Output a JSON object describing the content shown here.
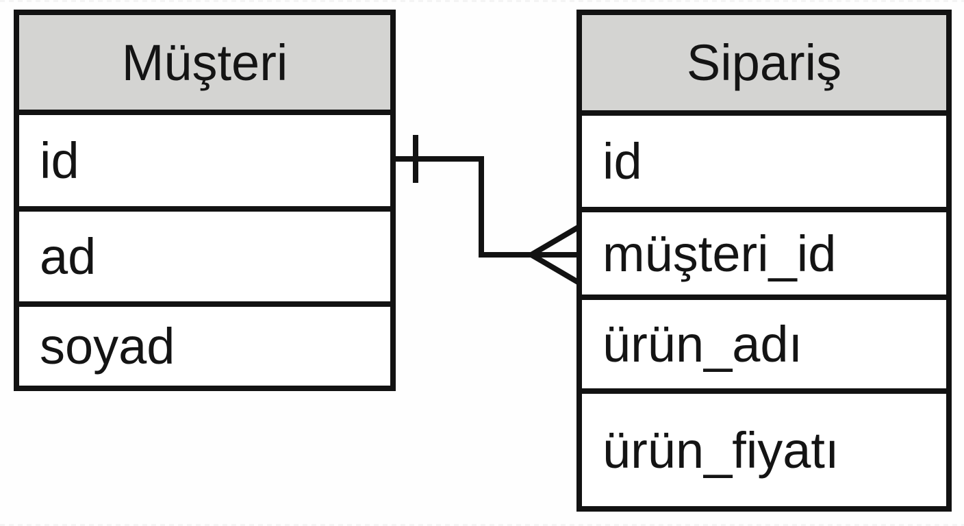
{
  "diagram": {
    "type": "entity-relationship-diagram",
    "colors": {
      "background": "#fefefe",
      "line": "#121212",
      "header_fill": "#d4d4d2",
      "text": "#141414"
    },
    "entities": [
      {
        "name": "Müşteri",
        "fields": [
          "id",
          "ad",
          "soyad"
        ]
      },
      {
        "name": "Sipariş",
        "fields": [
          "id",
          "müşteri_id",
          "ürün_adı",
          "ürün_fiyatı"
        ]
      }
    ],
    "relationship": {
      "from_entity": "Müşteri",
      "from_field": "id",
      "to_entity": "Sipariş",
      "to_field": "müşteri_id",
      "cardinality": "one-to-many",
      "from_symbol": "one-tick",
      "to_symbol": "crow-foot-many"
    }
  }
}
